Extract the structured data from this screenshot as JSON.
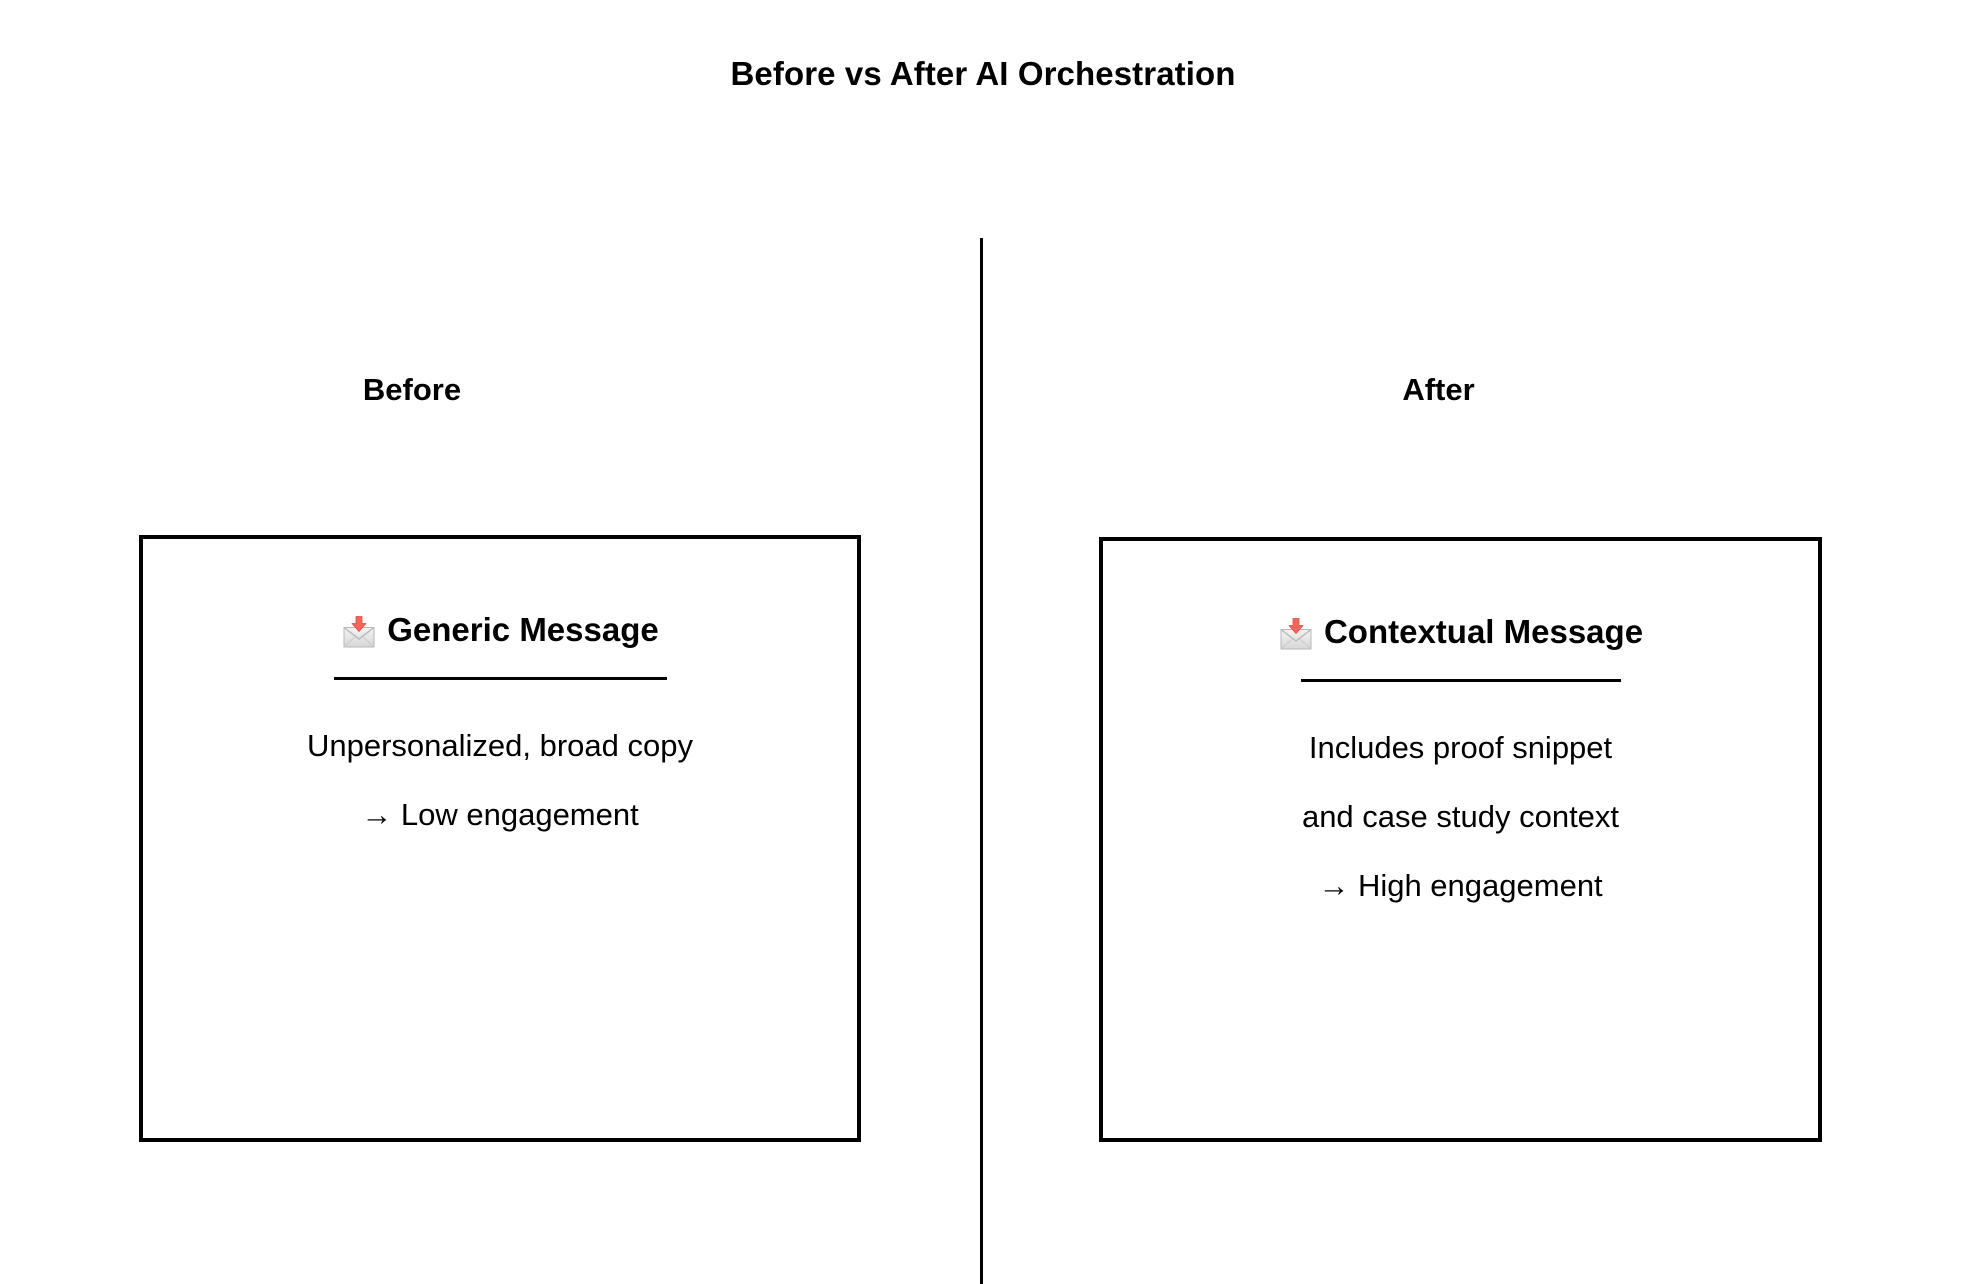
{
  "page": {
    "title": "Before vs After AI Orchestration",
    "background_color": "#ffffff",
    "text_color": "#000000",
    "divider_color": "#000000"
  },
  "columns": [
    {
      "id": "before",
      "heading": "Before",
      "card": {
        "icon": "incoming-envelope-emoji",
        "title": "Generic Message",
        "lines": [
          "Unpersonalized, broad copy",
          "→ Low engagement"
        ]
      }
    },
    {
      "id": "after",
      "heading": "After",
      "card": {
        "icon": "incoming-envelope-emoji",
        "title": "Contextual Message",
        "lines": [
          "Includes proof snippet",
          "and case study context",
          "→ High engagement"
        ]
      }
    }
  ]
}
